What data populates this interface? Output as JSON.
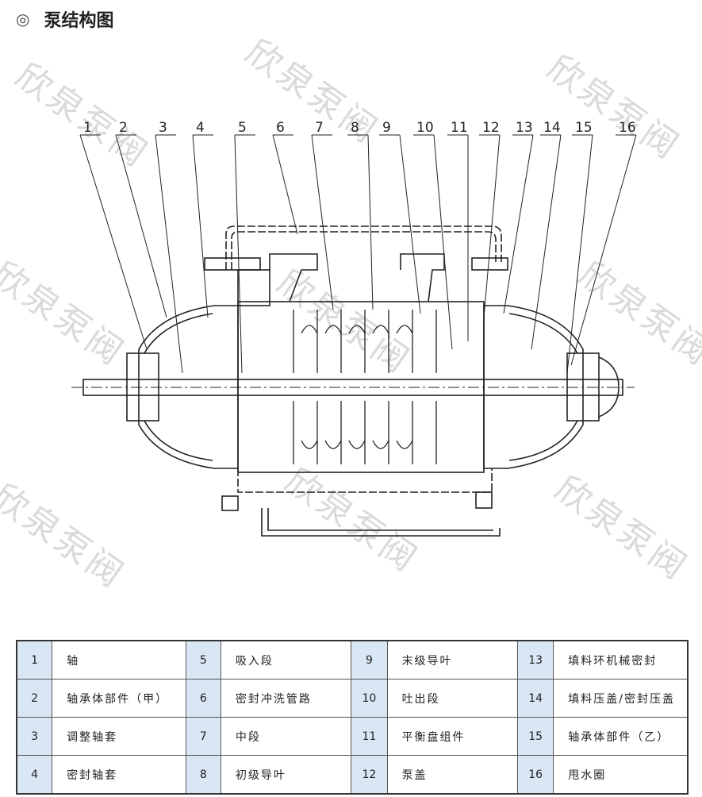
{
  "title": {
    "mark": "◎",
    "text": "泵结构图"
  },
  "watermark": "欣泉泵阀",
  "callouts": [
    "1",
    "2",
    "3",
    "4",
    "5",
    "6",
    "7",
    "8",
    "9",
    "10",
    "11",
    "12",
    "13",
    "14",
    "15",
    "16"
  ],
  "parts": [
    [
      {
        "n": "1",
        "t": "轴"
      },
      {
        "n": "5",
        "t": "吸入段"
      },
      {
        "n": "9",
        "t": "末级导叶"
      },
      {
        "n": "13",
        "t": "填料环机械密封"
      }
    ],
    [
      {
        "n": "2",
        "t": "轴承体部件（甲）"
      },
      {
        "n": "6",
        "t": "密封冲洗管路"
      },
      {
        "n": "10",
        "t": "吐出段"
      },
      {
        "n": "14",
        "t": "填料压盖/密封压盖"
      }
    ],
    [
      {
        "n": "3",
        "t": "调整轴套"
      },
      {
        "n": "7",
        "t": "中段"
      },
      {
        "n": "11",
        "t": "平衡盘组件"
      },
      {
        "n": "15",
        "t": "轴承体部件（乙）"
      }
    ],
    [
      {
        "n": "4",
        "t": "密封轴套"
      },
      {
        "n": "8",
        "t": "初级导叶"
      },
      {
        "n": "12",
        "t": "泵盖"
      },
      {
        "n": "16",
        "t": "甩水圈"
      }
    ]
  ]
}
